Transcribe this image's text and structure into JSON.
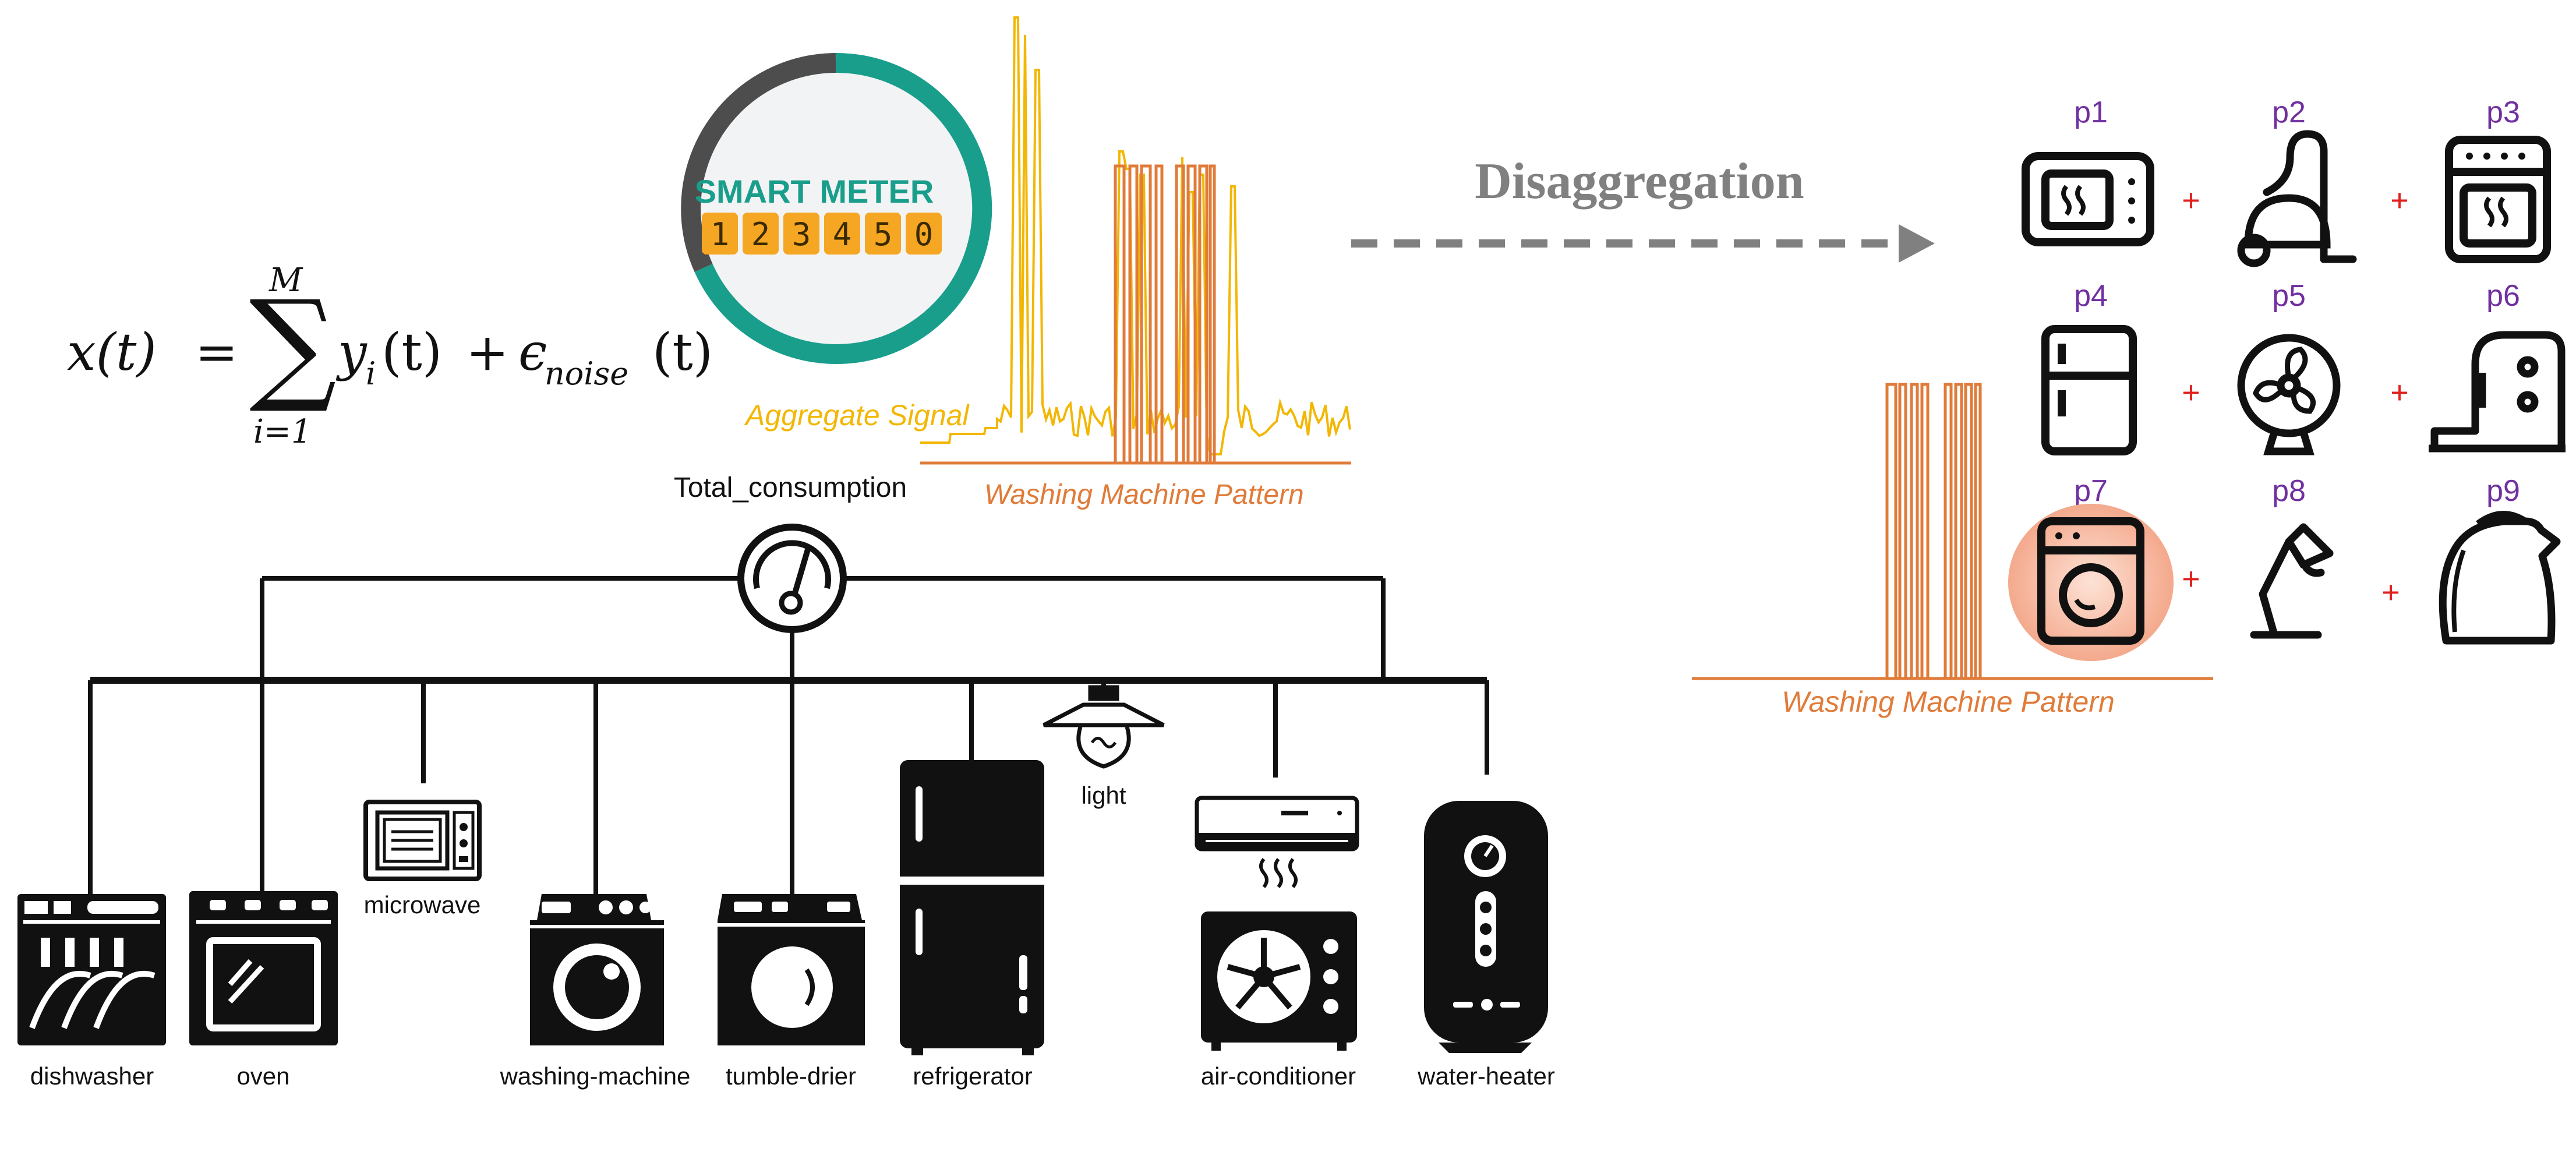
{
  "formula": {
    "lhs": "x(t)",
    "equals": "=",
    "sum_upper": "M",
    "sum_lower": "i=1",
    "term": "y",
    "term_sub": "i",
    "term_arg": "(t)",
    "plus": "+",
    "noise": "ϵ",
    "noise_sub": "noise",
    "noise_arg": "(t)"
  },
  "smart_meter": {
    "title": "SMART METER",
    "digits": [
      "1",
      "2",
      "3",
      "4",
      "5",
      "0"
    ]
  },
  "signals": {
    "aggregate_label": "Aggregate Signal",
    "pattern_label": "Washing Machine Pattern",
    "pattern_label_right": "Washing Machine Pattern"
  },
  "disaggregation": {
    "label": "Disaggregation"
  },
  "meter_label": "Total_consumption",
  "appliances": {
    "dishwasher": "dishwasher",
    "oven": "oven",
    "microwave": "microwave",
    "washing_machine": "washing-machine",
    "tumble_drier": "tumble-drier",
    "refrigerator": "refrigerator",
    "light": "light",
    "air_conditioner": "air-conditioner",
    "water_heater": "water-heater"
  },
  "patterns": [
    "p1",
    "p2",
    "p3",
    "p4",
    "p5",
    "p6",
    "p7",
    "p8",
    "p9"
  ],
  "plus_sign": "+",
  "colors": {
    "aggregate": "#f2b705",
    "pattern": "#e07b39",
    "meter_ring": "#1a9e8c",
    "meter_ring_dark": "#4d4d4d",
    "digit_bg": "#f5a623",
    "p_label": "#7030a0",
    "plus": "#e0201e",
    "highlight": "#f7b7a0"
  }
}
